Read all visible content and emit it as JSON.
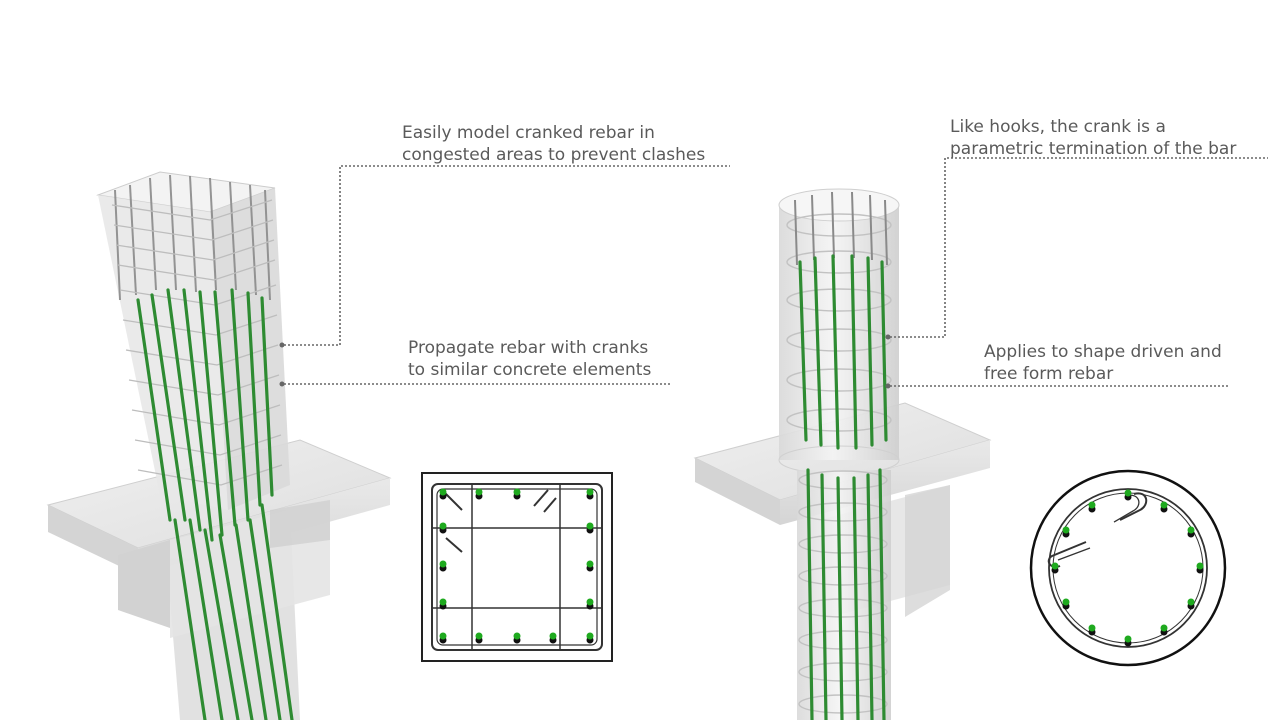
{
  "callouts": {
    "left_top": {
      "line1": "Easily model cranked rebar in",
      "line2": "congested areas to prevent clashes"
    },
    "left_mid": {
      "line1": "Propagate rebar with cranks",
      "line2": "to similar concrete elements"
    },
    "right_top": {
      "line1": "Like hooks, the crank is a",
      "line2": "parametric termination of the bar"
    },
    "right_mid": {
      "line1": "Applies to shape driven and",
      "line2": "free form rebar"
    }
  },
  "colors": {
    "rebar_green": "#2e8b32",
    "section_dot_green": "#1faa1f",
    "leader_line": "#666666",
    "concrete": "#e6e6e6",
    "text": "#5a5a5a"
  }
}
